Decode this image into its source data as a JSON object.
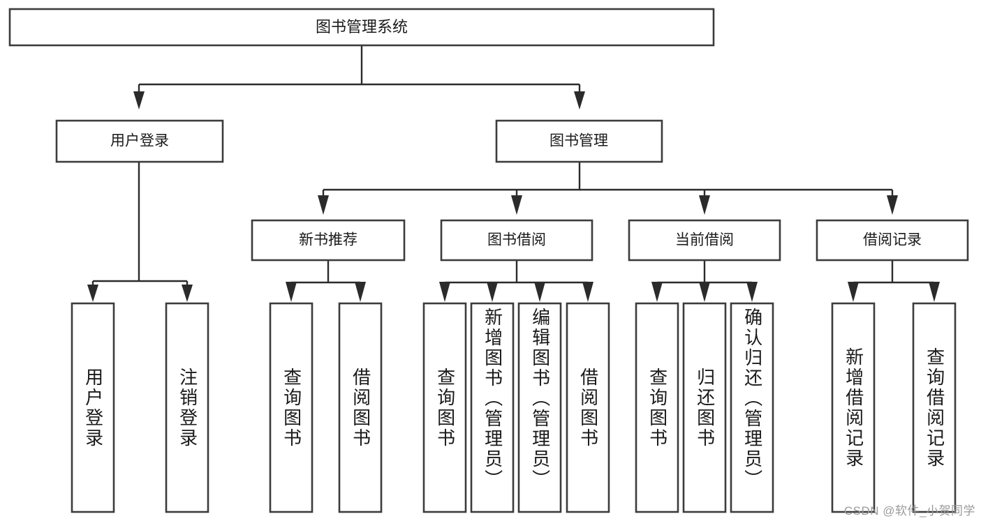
{
  "diagram": {
    "kind": "tree-hierarchy-chart",
    "title": "图书管理系统",
    "watermark": "CSDN @软件_小贺同学",
    "colors": {
      "box_fill": "#ffffff",
      "box_stroke": "#3c3c3c",
      "connector": "#2b2b2b",
      "text": "#1a1a1a",
      "watermark": "#9a9a9a",
      "background": "#ffffff"
    },
    "root": {
      "label": "图书管理系统"
    },
    "level2": [
      {
        "id": "user-login",
        "label": "用户登录"
      },
      {
        "id": "book-management",
        "label": "图书管理"
      }
    ],
    "level3": [
      {
        "id": "new-book-recommend",
        "label": "新书推荐",
        "parent": "book-management"
      },
      {
        "id": "book-borrow",
        "label": "图书借阅",
        "parent": "book-management"
      },
      {
        "id": "current-borrow",
        "label": "当前借阅",
        "parent": "book-management"
      },
      {
        "id": "borrow-record",
        "label": "借阅记录",
        "parent": "book-management"
      }
    ],
    "leaves": [
      {
        "id": "leaf-user-login",
        "label": "用户登录",
        "parent": "user-login"
      },
      {
        "id": "leaf-user-logout",
        "label": "注销登录",
        "parent": "user-login"
      },
      {
        "id": "leaf-query-book-1",
        "label": "查询图书",
        "parent": "new-book-recommend"
      },
      {
        "id": "leaf-borrow-book-1",
        "label": "借阅图书",
        "parent": "new-book-recommend"
      },
      {
        "id": "leaf-query-book-2",
        "label": "查询图书",
        "parent": "book-borrow"
      },
      {
        "id": "leaf-add-book",
        "label": "新增图书（管理员）",
        "parent": "book-borrow"
      },
      {
        "id": "leaf-edit-book",
        "label": "编辑图书（管理员）",
        "parent": "book-borrow"
      },
      {
        "id": "leaf-borrow-book-2",
        "label": "借阅图书",
        "parent": "book-borrow"
      },
      {
        "id": "leaf-query-book-3",
        "label": "查询图书",
        "parent": "current-borrow"
      },
      {
        "id": "leaf-return-book",
        "label": "归还图书",
        "parent": "current-borrow"
      },
      {
        "id": "leaf-confirm-return",
        "label": "确认归还（管理员）",
        "parent": "current-borrow"
      },
      {
        "id": "leaf-add-record",
        "label": "新增借阅记录",
        "parent": "borrow-record"
      },
      {
        "id": "leaf-query-record",
        "label": "查询借阅记录",
        "parent": "borrow-record"
      }
    ]
  }
}
